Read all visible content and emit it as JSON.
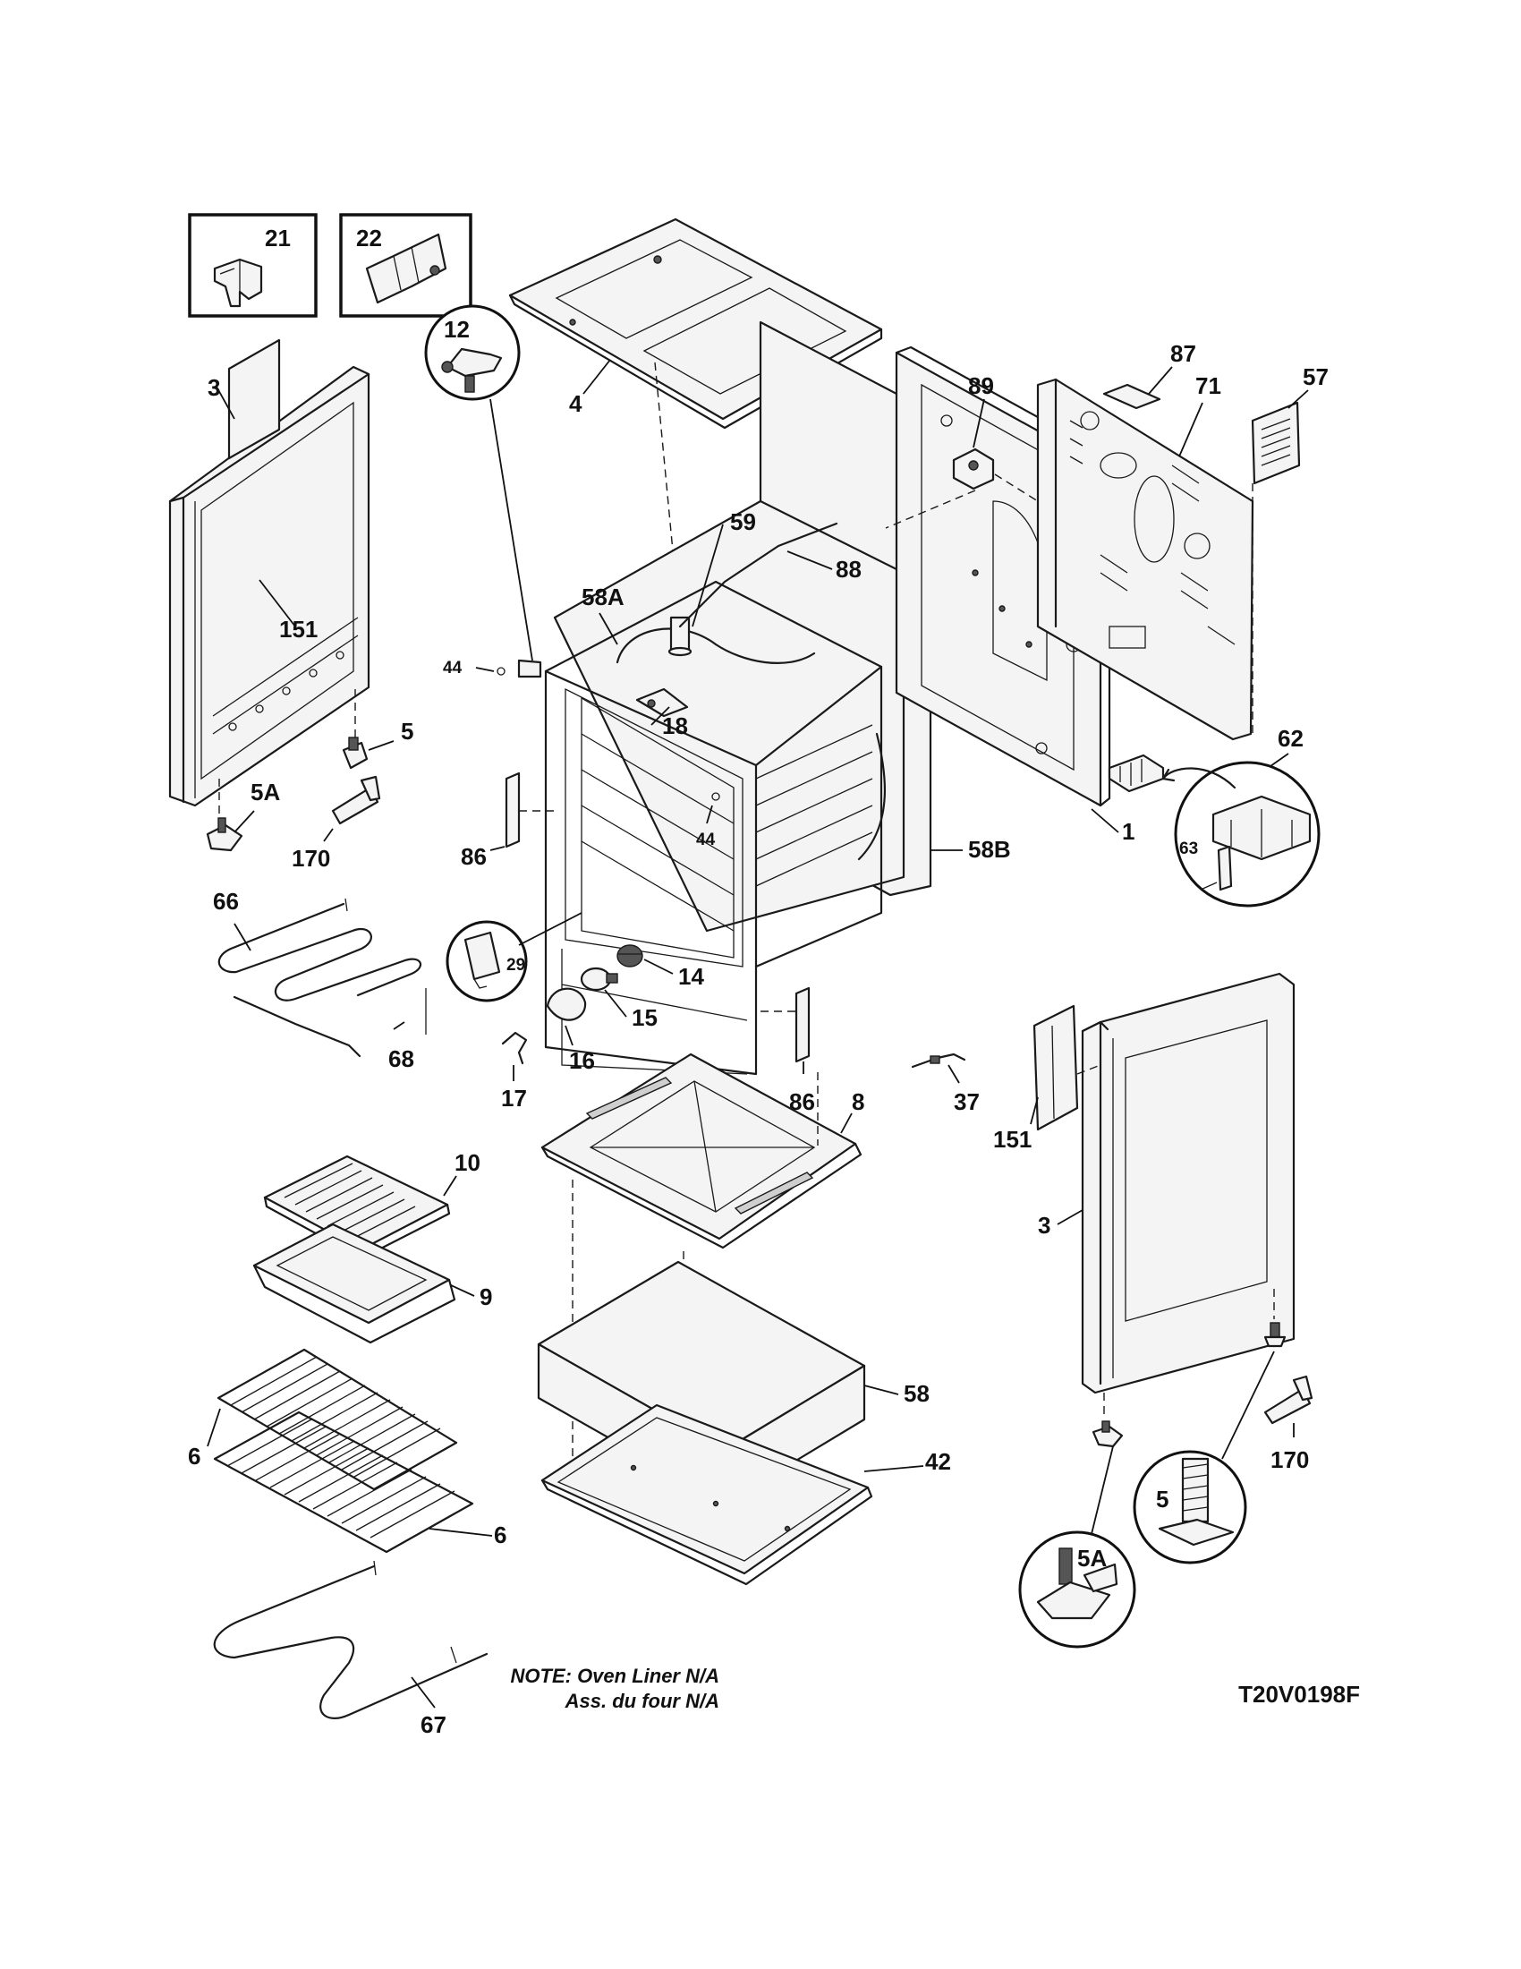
{
  "diagram": {
    "note_line1": "NOTE: Oven Liner N/A",
    "note_line2": "Ass. du four N/A",
    "drawing_code": "T20V0198F"
  },
  "labels": {
    "p21": "21",
    "p22": "22",
    "p3_left": "3",
    "p4": "4",
    "p151_left": "151",
    "p12": "12",
    "p44_upper": "44",
    "p58A": "58A",
    "p59": "59",
    "p88": "88",
    "p18": "18",
    "p89": "89",
    "p87": "87",
    "p71": "71",
    "p57": "57",
    "p5_upper": "5",
    "p5A_upper": "5A",
    "p170_left": "170",
    "p86_left": "86",
    "p44_lower": "44",
    "p58B": "58B",
    "p1": "1",
    "p62": "62",
    "p63": "63",
    "p66": "66",
    "p29": "29",
    "p14": "14",
    "p15": "15",
    "p68": "68",
    "p16": "16",
    "p86_right": "86",
    "p17": "17",
    "p37": "37",
    "p8": "8",
    "p151_right": "151",
    "p10": "10",
    "p3_right": "3",
    "p9": "9",
    "p58": "58",
    "p6_left": "6",
    "p42": "42",
    "p170_right": "170",
    "p6_right": "6",
    "p5_lower": "5",
    "p5A_lower": "5A",
    "p67": "67"
  }
}
